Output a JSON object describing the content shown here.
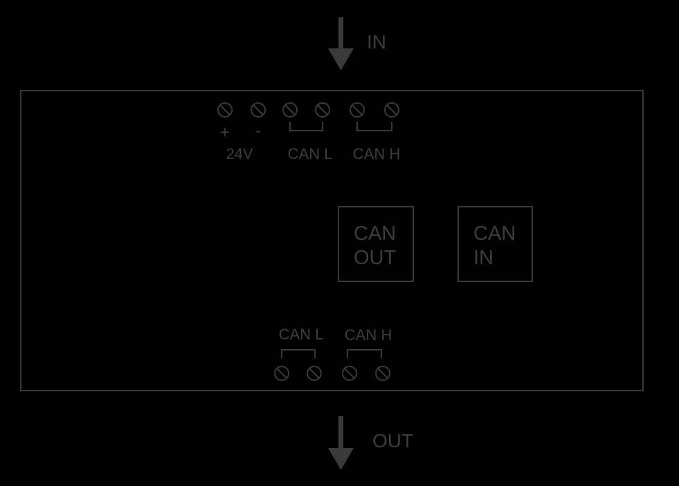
{
  "colors": {
    "background": "#000000",
    "stroke": "#3a3a3a",
    "text": "#3d3d3d"
  },
  "flow": {
    "in_label": "IN",
    "out_label": "OUT"
  },
  "top_terminals": {
    "plus_label": "+",
    "minus_label": "-",
    "power_label": "24V",
    "can_l_label": "CAN L",
    "can_h_label": "CAN H"
  },
  "connectors": {
    "out_line1": "CAN",
    "out_line2": "OUT",
    "in_line1": "CAN",
    "in_line2": "IN"
  },
  "bottom_terminals": {
    "can_l_label": "CAN L",
    "can_h_label": "CAN H"
  }
}
